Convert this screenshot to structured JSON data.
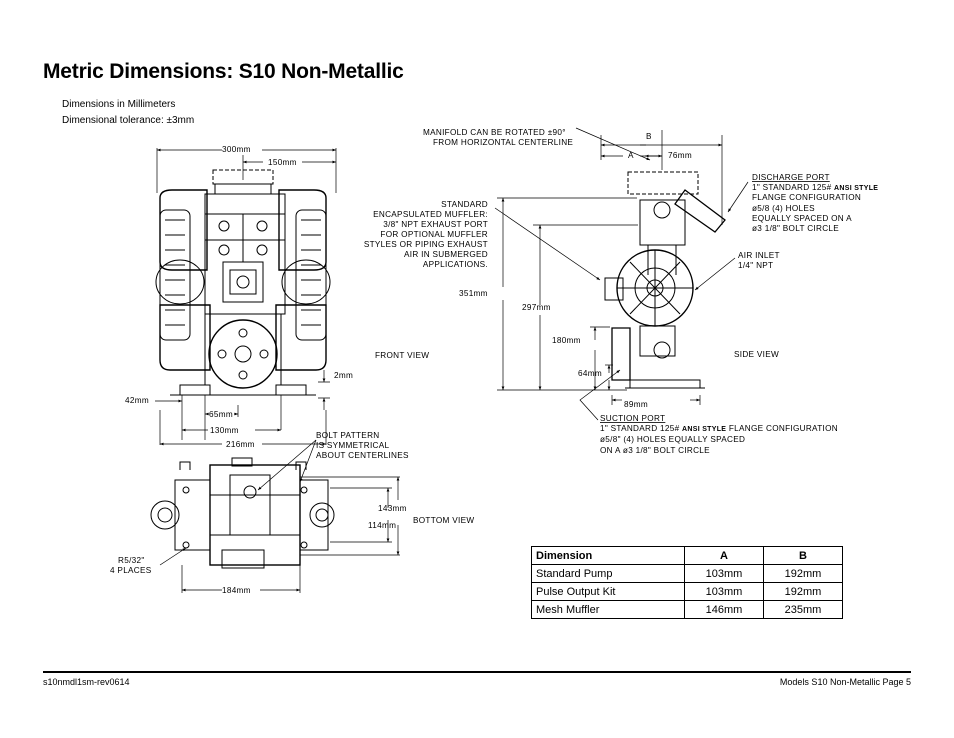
{
  "title": "Metric Dimensions: S10 Non-Metallic",
  "notes": {
    "units": "Dimensions in Millimeters",
    "tolerance": "Dimensional tolerance: ±3mm"
  },
  "front_view": {
    "label": "FRONT VIEW",
    "dims": {
      "d300": "300mm",
      "d150": "150mm",
      "d2": "2mm",
      "d42": "42mm",
      "d65": "65mm",
      "d130": "130mm",
      "d216": "216mm"
    }
  },
  "side_view": {
    "label": "SIDE VIEW",
    "dims": {
      "A": "A",
      "B": "B",
      "d76": "76mm",
      "d351": "351mm",
      "d297": "297mm",
      "d180": "180mm",
      "d64": "64mm",
      "d89": "89mm"
    },
    "manifold_note": [
      "MANIFOLD CAN BE ROTATED ±90°",
      "FROM HORIZONTAL CENTERLINE"
    ],
    "muffler_note": [
      "STANDARD",
      "ENCAPSULATED MUFFLER:",
      "3/8\" NPT EXHAUST PORT",
      "FOR OPTIONAL MUFFLER",
      "STYLES OR PIPING EXHAUST",
      "AIR IN SUBMERGED",
      "APPLICATIONS."
    ],
    "discharge": {
      "title": "DISCHARGE PORT",
      "line1_pre": "1\" STANDARD 125#",
      "line1_bold": "ANSI STYLE",
      "lines": [
        "FLANGE CONFIGURATION",
        "ø5/8 (4) HOLES",
        "EQUALLY SPACED ON A",
        "ø3 1/8\" BOLT CIRCLE"
      ]
    },
    "air_inlet": [
      "AIR INLET",
      "1/4\" NPT"
    ],
    "suction": {
      "title": "SUCTION PORT",
      "line1_pre": "1\" STANDARD 125#",
      "line1_bold": "ANSI STYLE",
      "line1_post": "FLANGE CONFIGURATION",
      "lines": [
        "ø5/8\" (4) HOLES EQUALLY SPACED",
        "ON A ø3 1/8\" BOLT CIRCLE"
      ]
    }
  },
  "bottom_view": {
    "label": "BOTTOM VIEW",
    "bolt_note": [
      "BOLT PATTERN",
      "IS SYMMETRICAL",
      "ABOUT CENTERLINES"
    ],
    "radius_note": [
      "R5/32\"",
      "4 PLACES"
    ],
    "dims": {
      "d143": "143mm",
      "d114": "114mm",
      "d184": "184mm"
    }
  },
  "table": {
    "headers": [
      "Dimension",
      "A",
      "B"
    ],
    "rows": [
      {
        "name": "Standard Pump",
        "a": "103mm",
        "b": "192mm"
      },
      {
        "name": "Pulse Output Kit",
        "a": "103mm",
        "b": "192mm"
      },
      {
        "name": "Mesh Muffler",
        "a": "146mm",
        "b": "235mm"
      }
    ]
  },
  "footer": {
    "left": "s10nmdl1sm-rev0614",
    "right": "Models S10 Non-Metallic  Page 5"
  }
}
